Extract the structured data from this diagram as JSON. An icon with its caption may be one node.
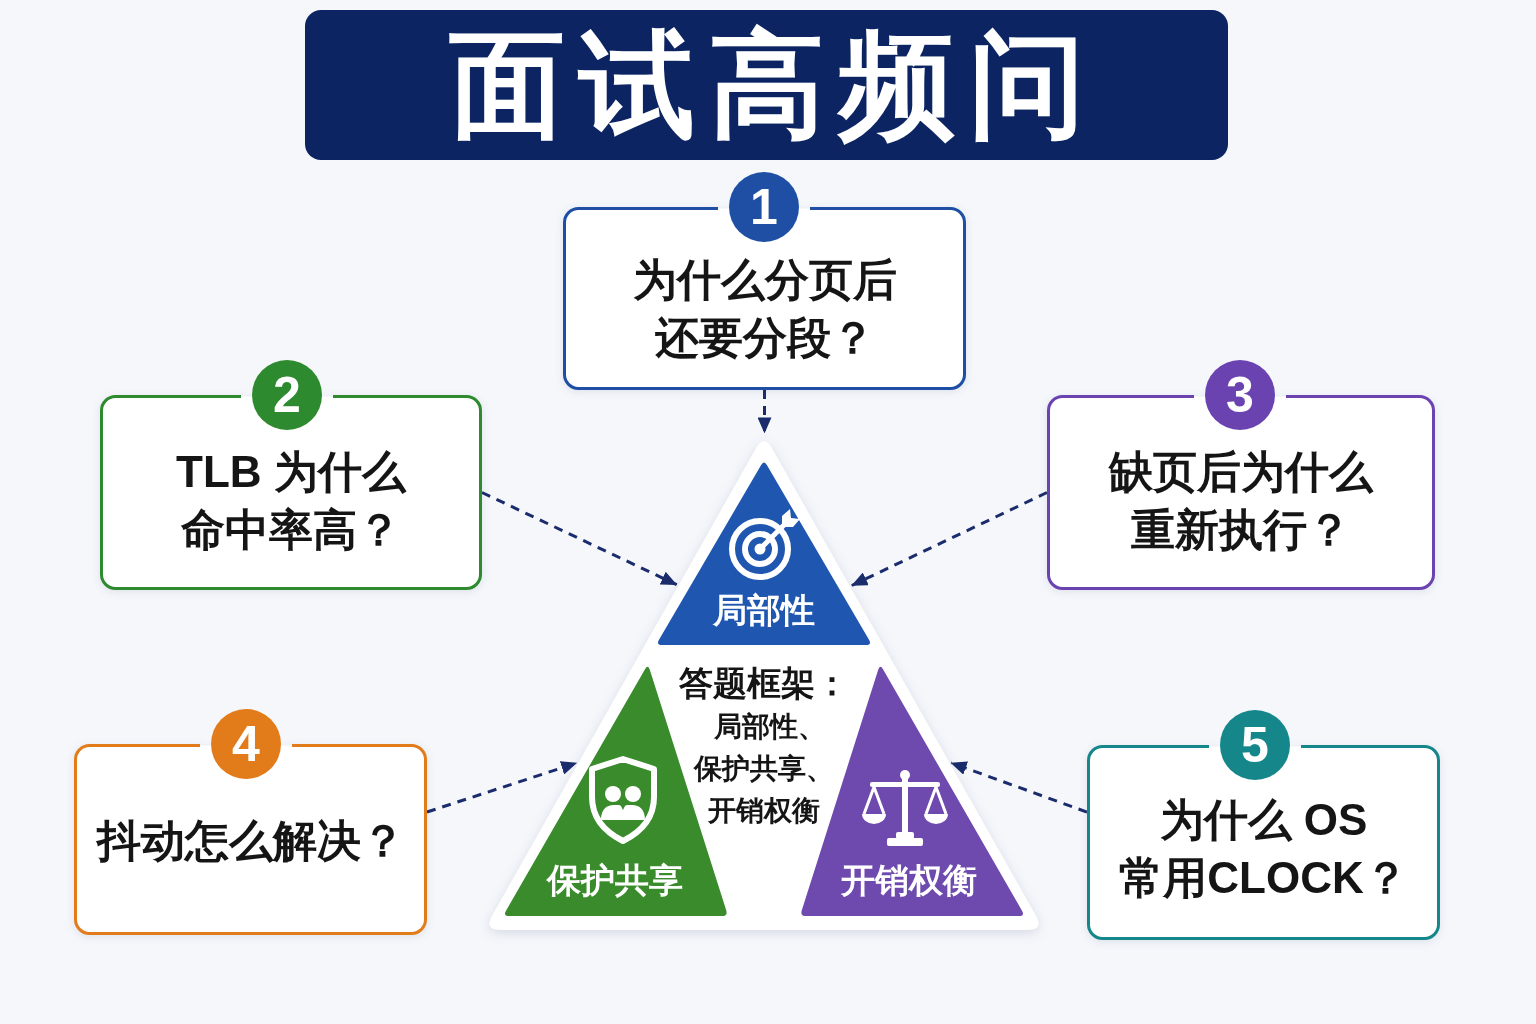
{
  "diagram": {
    "title": "面试高频问",
    "nodes": [
      {
        "text": [
          "1",
          "为什么分页后还要分段？"
        ]
      },
      {
        "text": [
          "2",
          "TLB 为什么命中率高？"
        ]
      },
      {
        "text": [
          "3",
          "缺页后为什么重新执行？"
        ]
      },
      {
        "text": [
          "4",
          "抖动怎么解决？"
        ]
      },
      {
        "text": [
          "5",
          "为什么 OS 常用CLOCK？"
        ]
      },
      {
        "text": [
          "答题框架：",
          "局部性、保护共享、开销权衡"
        ]
      },
      {
        "text": [
          "局部性"
        ],
        "in": 5
      },
      {
        "text": [
          "保护共享"
        ],
        "in": 5
      },
      {
        "text": [
          "开销权衡"
        ],
        "in": 5
      }
    ],
    "edges": [
      {
        "from": 0,
        "to": 5,
        "arrow": "to",
        "style": "dashed"
      },
      {
        "from": 1,
        "to": 5,
        "arrow": "to",
        "style": "dashed"
      },
      {
        "from": 2,
        "to": 5,
        "arrow": "to",
        "style": "dashed"
      },
      {
        "from": 3,
        "to": 5,
        "arrow": "to",
        "style": "dashed"
      },
      {
        "from": 4,
        "to": 5,
        "arrow": "to",
        "style": "dashed"
      }
    ]
  }
}
